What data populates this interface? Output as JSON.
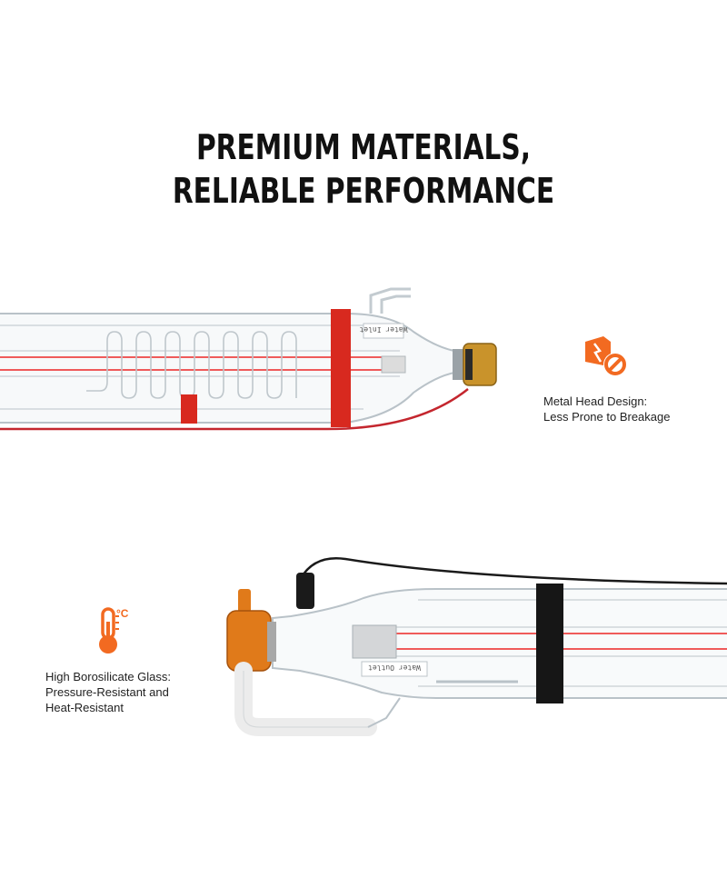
{
  "headline": {
    "line1": "PREMIUM MATERIALS,",
    "line2": "RELIABLE PERFORMANCE"
  },
  "colors": {
    "accent_orange": "#f26a21",
    "strap_red": "#d8291f",
    "wire_red": "#c4262e",
    "metal_gold": "#c9932b",
    "metal_orange": "#e07a1a",
    "glass_outline": "#b9c2c8",
    "laser_line": "#ef5a5a",
    "strap_black": "#161616"
  },
  "features": [
    {
      "icon": "broken-part-prohibited-icon",
      "line1": "Metal Head Design:",
      "line2": "Less Prone to Breakage"
    },
    {
      "icon": "thermometer-celsius-icon",
      "icon_label": "°C",
      "line1": "High Borosilicate Glass:",
      "line2": "Pressure-Resistant and",
      "line3": "Heat-Resistant"
    }
  ],
  "tube_labels": {
    "top": "Water Inlet",
    "bottom": "Water Outlet"
  }
}
